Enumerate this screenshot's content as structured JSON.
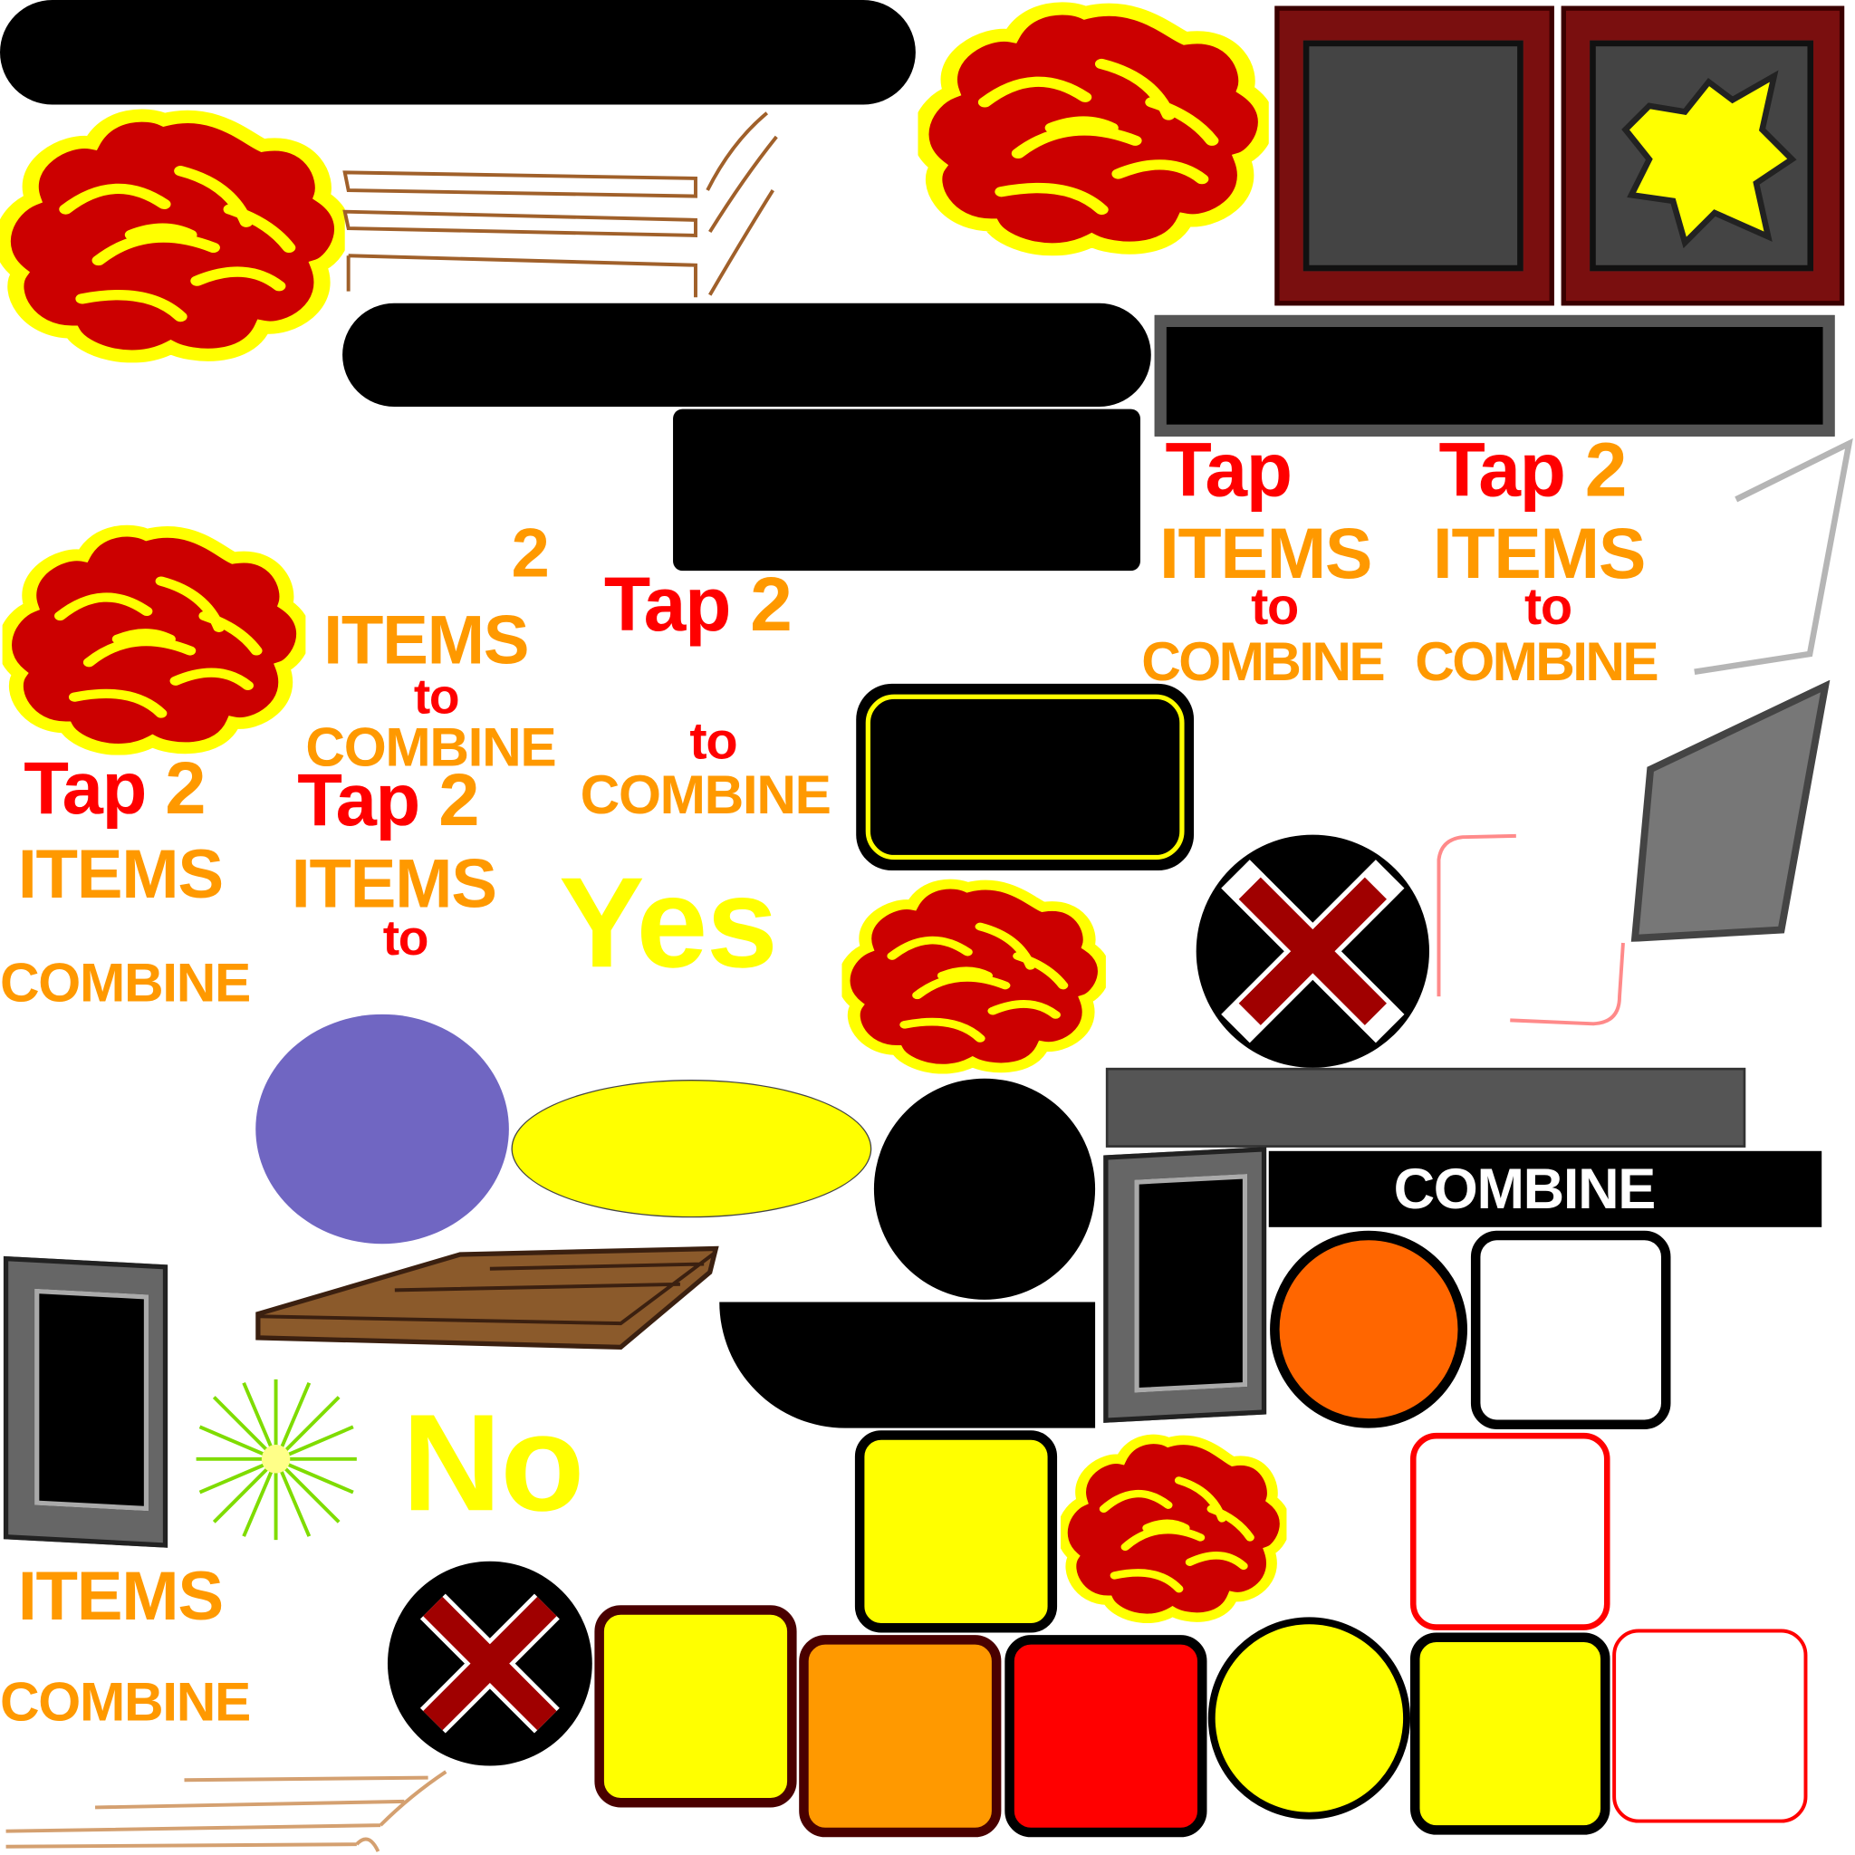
{
  "sprites": {
    "tap": "Tap",
    "two": "2",
    "items": "ITEMS",
    "to": "to",
    "combine": "COMBINE",
    "yes": "Yes",
    "no": "No",
    "combine_button": "COMBINE"
  },
  "colors": {
    "red": "#ff0000",
    "orange": "#ff9900",
    "yellow": "#ffff00",
    "purple": "#7066c2",
    "dark_red": "#990000",
    "gray": "#555555"
  }
}
